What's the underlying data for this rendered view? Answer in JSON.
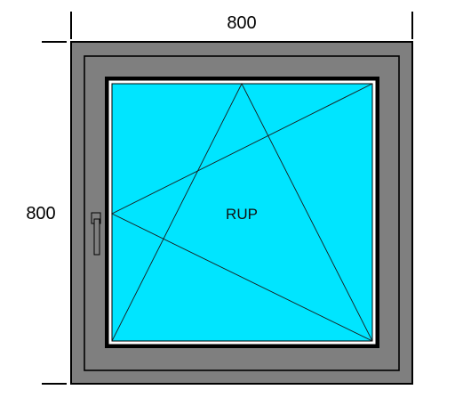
{
  "dimensions": {
    "width_label": "800",
    "height_label": "800"
  },
  "window": {
    "opening_label": "RUP",
    "colors": {
      "frame": "#7f7f7f",
      "frame_outline": "#000000",
      "glass": "#00e5ff",
      "bead": "#ffffff",
      "handle": "#7f7f7f",
      "opening_lines": "#1a1a1a"
    },
    "handle_icon": "window-handle-icon"
  }
}
